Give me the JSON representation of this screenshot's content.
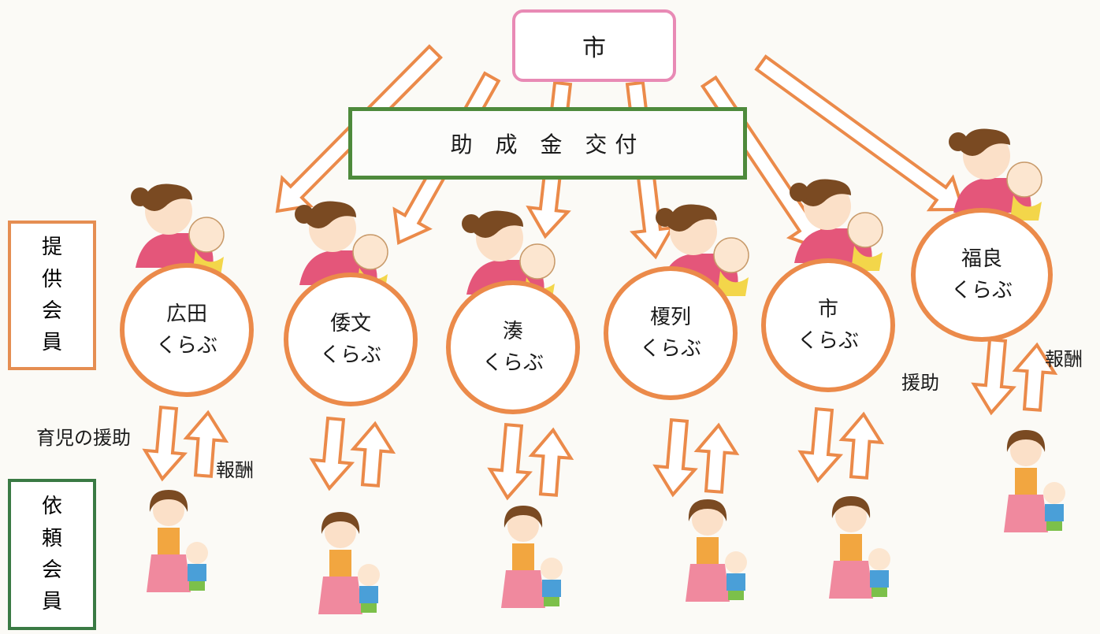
{
  "city_box": {
    "label": "市"
  },
  "grant_box": {
    "label": "助 成 金 交付"
  },
  "provider_members": {
    "chars": [
      "提",
      "供",
      "会",
      "員"
    ]
  },
  "requester_members": {
    "chars": [
      "依",
      "頼",
      "会",
      "員"
    ]
  },
  "clubs": [
    {
      "line1": "広田",
      "line2": "くらぶ"
    },
    {
      "line1": "倭文",
      "line2": "くらぶ"
    },
    {
      "line1": "湊",
      "line2": "くらぶ"
    },
    {
      "line1": "榎列",
      "line2": "くらぶ"
    },
    {
      "line1": "市",
      "line2": "くらぶ"
    },
    {
      "line1": "福良",
      "line2": "くらぶ"
    }
  ],
  "labels": {
    "childcare_help": "育児の援助",
    "reward_left": "報酬",
    "help_right": "援助",
    "reward_right": "報酬"
  },
  "colors": {
    "arrow": "#eb8a4a",
    "city_border": "#e88ab5",
    "grant_border": "#4e8a3c",
    "provider_border": "#e58e52",
    "requester_border": "#3a7a44"
  }
}
